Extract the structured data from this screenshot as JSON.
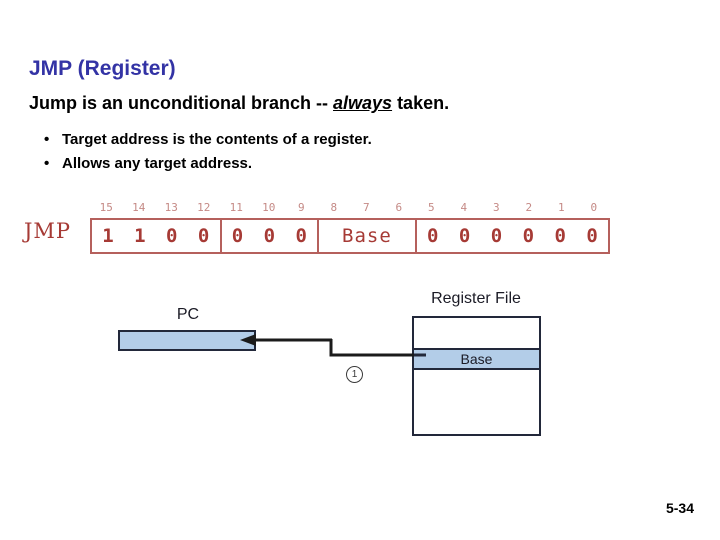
{
  "slide": {
    "title": "JMP (Register)",
    "lead": {
      "before": "Jump is an unconditional branch -- ",
      "emphasis": "always",
      "after": " taken."
    },
    "bullet_char": "•",
    "bullets": [
      "Target address is the contents of a register.",
      "Allows any target address."
    ],
    "page_number": "5-34"
  },
  "encoding": {
    "mnemonic": "JMP",
    "bit_numbers": [
      "15",
      "14",
      "13",
      "12",
      "11",
      "10",
      "9",
      "8",
      "7",
      "6",
      "5",
      "4",
      "3",
      "2",
      "1",
      "0"
    ],
    "groups": [
      {
        "name": "opcode",
        "span": 4,
        "cells": [
          "1",
          "1",
          "0",
          "0"
        ],
        "kind": "bits"
      },
      {
        "name": "reserved-high",
        "span": 3,
        "cells": [
          "0",
          "0",
          "0"
        ],
        "kind": "bits"
      },
      {
        "name": "base-register",
        "span": 3,
        "cells": [
          "Base"
        ],
        "kind": "text"
      },
      {
        "name": "reserved-low",
        "span": 6,
        "cells": [
          "0",
          "0",
          "0",
          "0",
          "0",
          "0"
        ],
        "kind": "bits"
      }
    ]
  },
  "datapath": {
    "pc_label": "PC",
    "pc_value": "",
    "register_file_label": "Register File",
    "base_row_label": "Base",
    "step_marker": "1"
  },
  "colors": {
    "title_blue": "#3333a5",
    "encoding_red": "#a63a35",
    "encoding_red_light": "#c58a86",
    "box_fill_blue": "#b3cde8",
    "box_outline": "#22283a",
    "background": "#ffffff"
  }
}
